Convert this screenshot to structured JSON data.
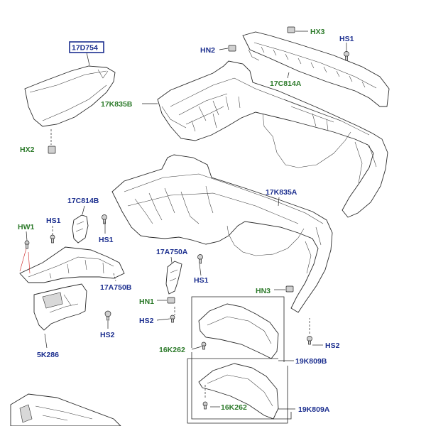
{
  "labels": {
    "p17D754": "17D754",
    "hx3": "HX3",
    "hs1_top": "HS1",
    "hn2": "HN2",
    "c17C814A": "17C814A",
    "k17K835B": "17K835B",
    "hx2": "HX2",
    "c17C814B": "17C814B",
    "k17K835A": "17K835A",
    "hw1": "HW1",
    "hs1_left": "HS1",
    "hs1_mid": "HS1",
    "a17A750A": "17A750A",
    "hs1_bracket": "HS1",
    "a17A750B": "17A750B",
    "hn3": "HN3",
    "hn1": "HN1",
    "hs2_mid": "HS2",
    "hs2_left": "HS2",
    "hs2_right": "HS2",
    "k16K262_a": "16K262",
    "k19K809B": "19K809B",
    "k5K286": "5K286",
    "k16K262_b": "16K262",
    "k19K809A": "19K809A"
  },
  "colors": {
    "part_number_label": "#1c2f8f",
    "fastener_label": "#2c7a2a",
    "selection_box": "#1c2f8f"
  }
}
